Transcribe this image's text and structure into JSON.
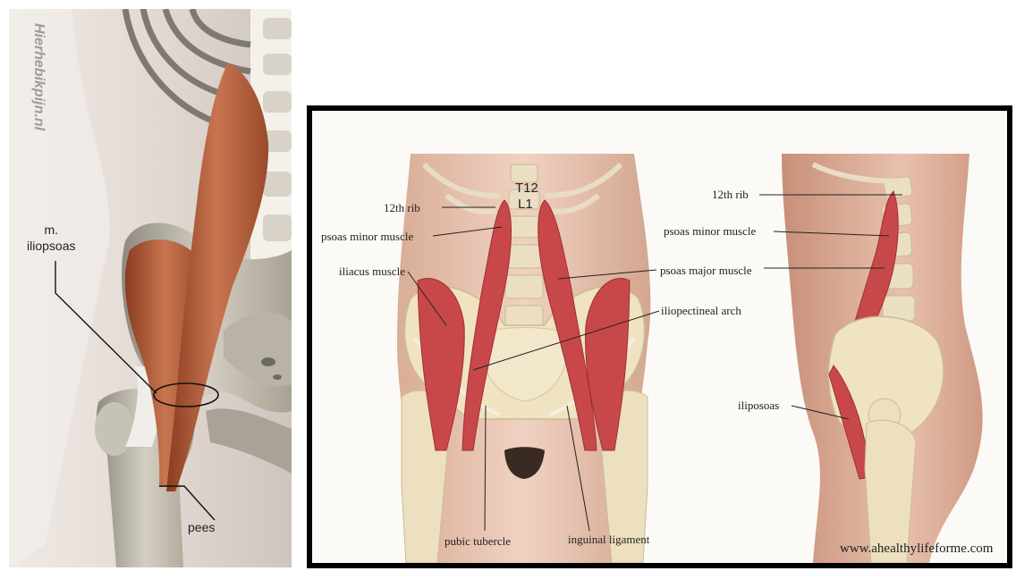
{
  "left": {
    "watermark": "Hierhebikpijn.nl",
    "label_muscle": "m.\niliopsoas",
    "label_tendon": "pees"
  },
  "right": {
    "front_labels": {
      "vertebrae_top": "T12",
      "vertebrae_bottom": "L1",
      "rib": "12th rib",
      "psoas_minor": "psoas minor muscle",
      "iliacus": "iliacus muscle",
      "psoas_major": "psoas major muscle",
      "iliopectineal": "iliopectineal arch",
      "pubic_tubercle": "pubic tubercle",
      "inguinal": "inguinal ligament"
    },
    "side_labels": {
      "rib": "12th rib",
      "psoas_minor": "psoas minor muscle",
      "iliposoas": "iliposoas"
    },
    "credit": "www.ahealthylifeforme.com"
  },
  "colors": {
    "muscle": "#b85a38",
    "muscle_red": "#c8484a",
    "bone": "#e9dcb8",
    "skin": "#e7c7b3",
    "left_bg": "#dcd4cf"
  }
}
